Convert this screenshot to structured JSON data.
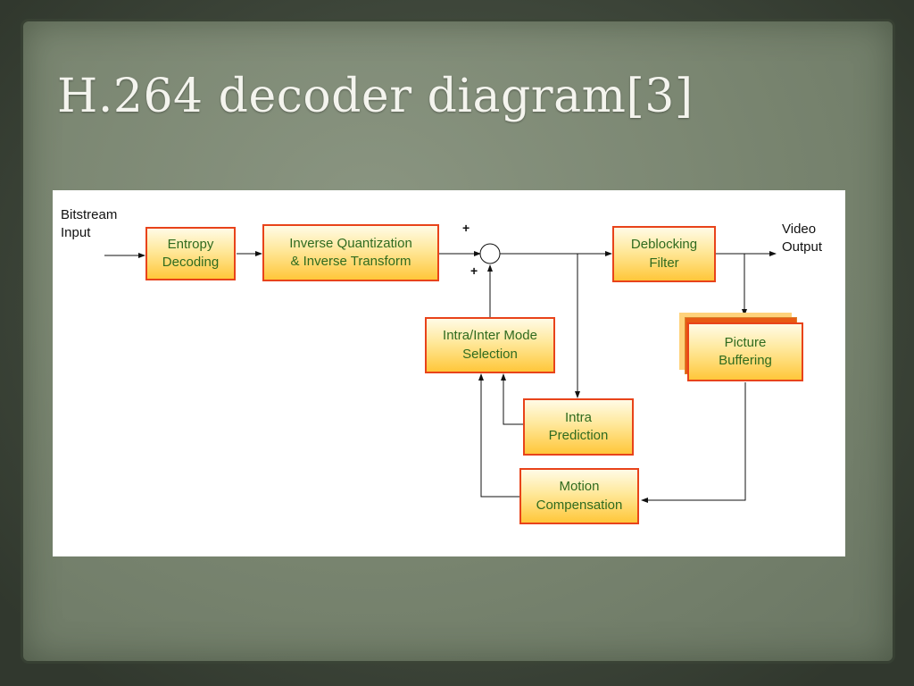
{
  "slide": {
    "title": "H.264 decoder diagram[3]"
  },
  "diagram": {
    "input_label_line1": "Bitstream",
    "input_label_line2": "Input",
    "output_label_line1": "Video",
    "output_label_line2": "Output",
    "sum_plus_top": "+",
    "sum_plus_bottom": "+",
    "blocks": {
      "entropy": {
        "line1": "Entropy",
        "line2": "Decoding"
      },
      "inverse": {
        "line1": "Inverse Quantization",
        "line2": "& Inverse Transform"
      },
      "deblocking": {
        "line1": "Deblocking",
        "line2": "Filter"
      },
      "mode_selection": {
        "line1": "Intra/Inter Mode",
        "line2": "Selection"
      },
      "picture_buffering": {
        "line1": "Picture",
        "line2": "Buffering"
      },
      "intra_prediction": {
        "line1": "Intra",
        "line2": "Prediction"
      },
      "motion_compensation": {
        "line1": "Motion",
        "line2": "Compensation"
      }
    },
    "colors": {
      "block_border": "#e8431a",
      "block_fill_top": "#fffbe6",
      "block_fill_bottom": "#ffc73a",
      "block_text": "#2f6b1f",
      "arrow": "#111111"
    }
  }
}
